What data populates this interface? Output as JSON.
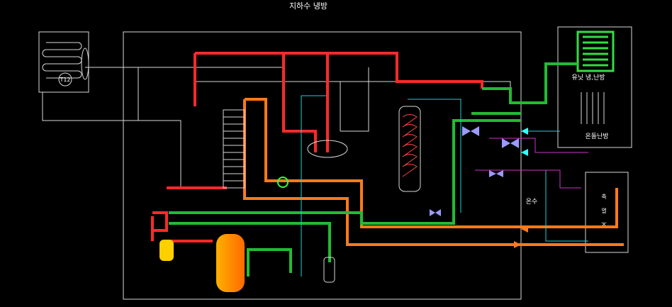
{
  "title": "지하수 냉방",
  "labels": {
    "unit_cooling_heating": "유닛 냉,난방",
    "floor_heating": "온돌난방",
    "hot_water": "온수",
    "storage_tank": "축 열 조",
    "fan_coil_id": "T12"
  },
  "colors": {
    "background": "#000000",
    "frame": "#d8d8d8",
    "hot_refrigerant": "#ff2a2a",
    "cold_refrigerant": "#22bb33",
    "water_loop": "#ff7a1a",
    "cooling_water": "#19d3d3",
    "heating_return": "#cc33cc",
    "valve": "#9a9aff",
    "fan_coil": "#33dd44",
    "receiver_tank": "#ffd000"
  }
}
